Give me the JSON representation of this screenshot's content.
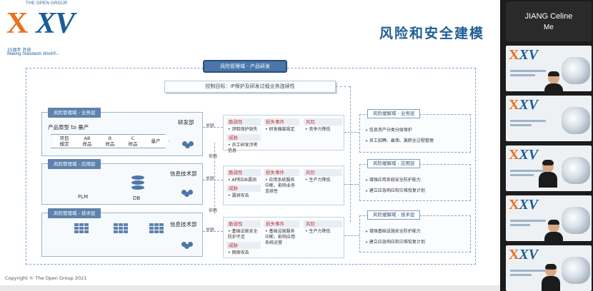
{
  "slide": {
    "logo": {
      "top_text": "THE OPEN GROUP",
      "mark_x": "X",
      "mark_xv": "XV",
      "cn_text": "25周年 开放",
      "tagline": "Making Standards Work®..."
    },
    "title": "风险和安全建模",
    "domain_pill": "风险管理域 - 产品研发",
    "goal": "控制目标：IP保护及研发过程业务连续性",
    "left_panels": [
      {
        "tag": "风险管理域 - 业务层",
        "process_title": "产品原型 to 量产",
        "steps": [
          "项目\n模定",
          "AB\n样品",
          "B\n样品",
          "C\n样品",
          "量产"
        ],
        "dept": "研发部"
      },
      {
        "tag": "风险管理域 - 应用层",
        "dept": "信息技术部",
        "apps": [
          "PLM",
          "DB"
        ]
      },
      {
        "tag": "风险管理域 - 技术层",
        "dept": "信息技术部"
      }
    ],
    "relations": [
      "关联",
      "关联",
      "关联",
      "依赖",
      "依赖"
    ],
    "risk_rows": [
      {
        "vuln_h": "脆弱性",
        "vuln": "• 泄取保护缺失",
        "threat_h": "威胁",
        "threat": "• 员工研发涉密信息",
        "loss_h": "损失事件",
        "loss": "• 研发偏离规定",
        "risk_h": "风险",
        "risk": "• 竞争力降低"
      },
      {
        "vuln_h": "脆弱性",
        "vuln": "• AP和DB漏洞",
        "threat_h": "威胁",
        "threat": "• 漏洞攻击",
        "loss_h": "损失事件",
        "loss": "• 应用系统服务中断，影响业务连续性",
        "risk_h": "风险",
        "risk": "• 生产力降低"
      },
      {
        "vuln_h": "脆弱性",
        "vuln": "• 基础设施安全防护不足",
        "threat_h": "威胁",
        "threat": "• 网络攻击",
        "loss_h": "损失事件",
        "loss": "• 基础设施服务中断，影响应用系统运营",
        "risk_h": "风险",
        "risk": "• 生产力降低"
      }
    ],
    "right_panels": [
      {
        "tag": "风险缓解域 - 业务层",
        "items": [
          "信息资产分类分级保护",
          "员工招聘、雇佣、离职全过程管理"
        ]
      },
      {
        "tag": "风险缓解域 - 应用层",
        "items": [
          "增强应用系统安全防护能力",
          "建立应急响应和灾难恢复计划"
        ]
      },
      {
        "tag": "风险缓解域 - 技术层",
        "items": [
          "增强基础设施安全防护能力",
          "建立应急响应和灾难恢复计划"
        ]
      }
    ],
    "copyright": "Copyright © The Open Group 2021"
  },
  "sidebar": {
    "self_tile": {
      "name": "JIANG Celine",
      "subtitle": "Me"
    },
    "tiles": [
      {
        "mini_logo_o": "X",
        "mini_logo_b": "XV"
      },
      {
        "mini_logo_o": "X",
        "mini_logo_b": "XV"
      },
      {
        "mini_logo_o": "X",
        "mini_logo_b": "XV"
      },
      {
        "mini_logo_o": "X",
        "mini_logo_b": "XV"
      },
      {
        "mini_logo_o": "X",
        "mini_logo_b": "XV"
      }
    ]
  }
}
